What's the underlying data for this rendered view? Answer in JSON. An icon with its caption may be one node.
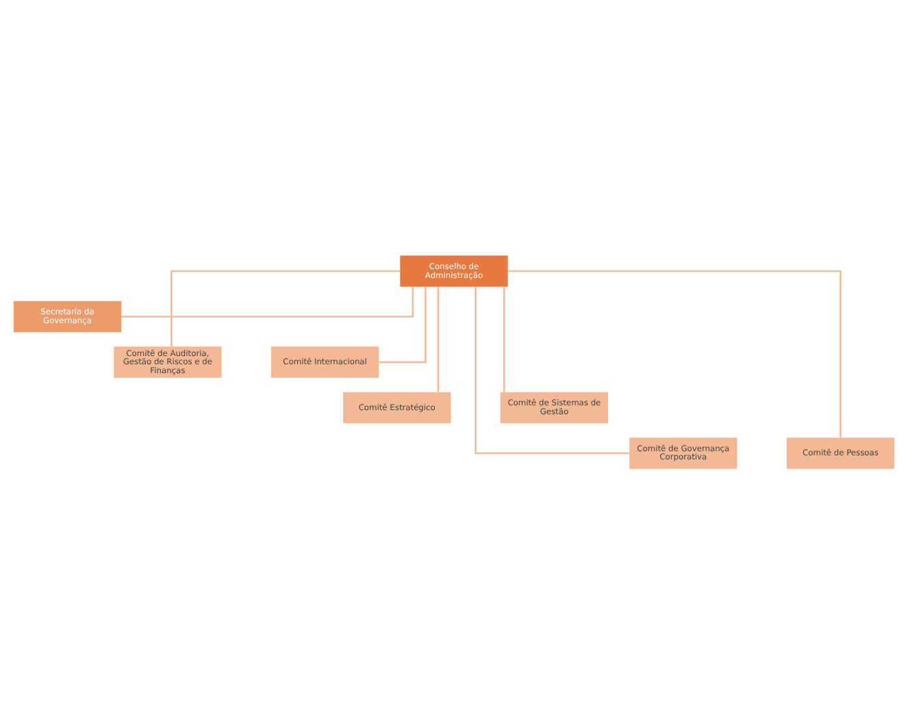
{
  "diagram": {
    "nodes": [
      {
        "text": [
          "Conselho de Administração"
        ]
      },
      {
        "text": [
          "Secretaria da Governança"
        ]
      },
      {
        "text": [
          "Comitê de Auditoria, Gestão de Riscos e de Finanças"
        ]
      },
      {
        "text": [
          "Comitê Internacional"
        ]
      },
      {
        "text": [
          "Comitê Estratégico"
        ]
      },
      {
        "text": [
          "Comitê de Sistemas de Gestão"
        ]
      },
      {
        "text": [
          "Comitê de Governança Corporativa"
        ]
      },
      {
        "text": [
          "Comitê de Pessoas"
        ]
      }
    ],
    "edges": [
      {
        "from": 0,
        "to": 1,
        "arrow": "none"
      },
      {
        "from": 0,
        "to": 2,
        "arrow": "none"
      },
      {
        "from": 0,
        "to": 3,
        "arrow": "none"
      },
      {
        "from": 0,
        "to": 4,
        "arrow": "none"
      },
      {
        "from": 0,
        "to": 5,
        "arrow": "none"
      },
      {
        "from": 0,
        "to": 6,
        "arrow": "none"
      },
      {
        "from": 0,
        "to": 7,
        "arrow": "none"
      }
    ]
  }
}
